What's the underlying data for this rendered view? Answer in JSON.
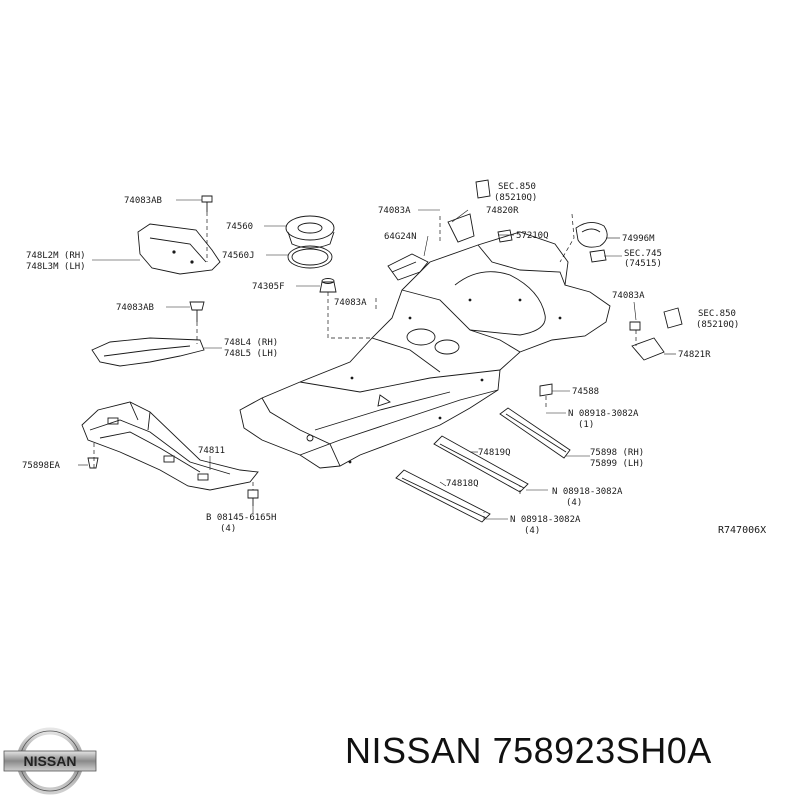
{
  "labels": [
    {
      "id": "l1",
      "text": "74083AB"
    },
    {
      "id": "l2",
      "text": "74560"
    },
    {
      "id": "l3",
      "text": "74560J"
    },
    {
      "id": "l4",
      "text": "74305F"
    },
    {
      "id": "l5",
      "text": "748L2M (RH)"
    },
    {
      "id": "l6",
      "text": "748L3M (LH)"
    },
    {
      "id": "l7",
      "text": "74083AB"
    },
    {
      "id": "l8",
      "text": "748L4 (RH)"
    },
    {
      "id": "l9",
      "text": "748L5 (LH)"
    },
    {
      "id": "l10",
      "text": "74083A"
    },
    {
      "id": "l11",
      "text": "64G24N"
    },
    {
      "id": "l12",
      "text": "74083A"
    },
    {
      "id": "l13",
      "text": "SEC.850"
    },
    {
      "id": "l14",
      "text": "(85210Q)"
    },
    {
      "id": "l15",
      "text": "74820R"
    },
    {
      "id": "l16",
      "text": "57210Q"
    },
    {
      "id": "l17",
      "text": "74996M"
    },
    {
      "id": "l18",
      "text": "SEC.745"
    },
    {
      "id": "l19",
      "text": "(74515)"
    },
    {
      "id": "l20",
      "text": "74083A"
    },
    {
      "id": "l21",
      "text": "SEC.850"
    },
    {
      "id": "l22",
      "text": "(85210Q)"
    },
    {
      "id": "l23",
      "text": "74821R"
    },
    {
      "id": "l24",
      "text": "74588"
    },
    {
      "id": "l25",
      "text": "N 08918-3082A"
    },
    {
      "id": "l26",
      "text": "(1)"
    },
    {
      "id": "l27",
      "text": "74811"
    },
    {
      "id": "l28",
      "text": "75898EA"
    },
    {
      "id": "l29",
      "text": "74819Q"
    },
    {
      "id": "l30",
      "text": "75898 (RH)"
    },
    {
      "id": "l31",
      "text": "75899 (LH)"
    },
    {
      "id": "l32",
      "text": "74818Q"
    },
    {
      "id": "l33",
      "text": "N 08918-3082A"
    },
    {
      "id": "l34",
      "text": "(4)"
    },
    {
      "id": "l35",
      "text": "N 08918-3082A"
    },
    {
      "id": "l36",
      "text": "(4)"
    },
    {
      "id": "l37",
      "text": "B 08145-6165H"
    },
    {
      "id": "l38",
      "text": "(4)"
    }
  ],
  "reference_code": "R747006X",
  "brand": {
    "name": "NISSAN",
    "logo_text": "NISSAN",
    "part_number": "758923SH0A"
  }
}
